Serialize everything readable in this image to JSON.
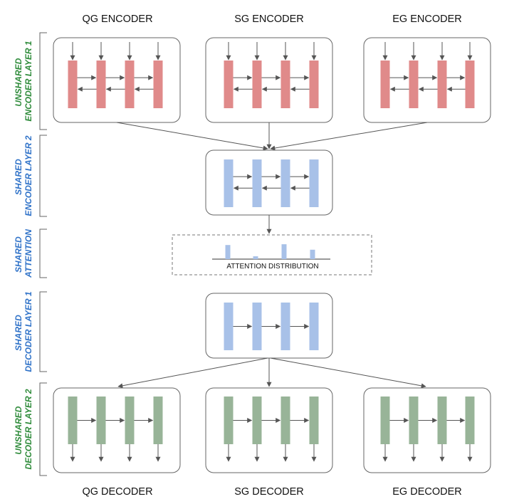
{
  "colors": {
    "encoder_unshared": "#e08a8a",
    "shared": "#a8c1e8",
    "decoder_unshared": "#98b498",
    "label_unshared": "#2e8b3a",
    "label_shared": "#2f72c8",
    "arrow": "#555555",
    "box_border": "#666666"
  },
  "encoders": [
    {
      "title": "QG ENCODER"
    },
    {
      "title": "SG ENCODER"
    },
    {
      "title": "EG ENCODER"
    }
  ],
  "decoders": [
    {
      "title": "QG DECODER"
    },
    {
      "title": "SG DECODER"
    },
    {
      "title": "EG DECODER"
    }
  ],
  "layers": {
    "unshared_encoder_layer_1": {
      "line1": "UNSHARED",
      "line2": "ENCODER LAYER 1"
    },
    "shared_encoder_layer_2": {
      "line1": "SHARED",
      "line2": "ENCODER LAYER 2"
    },
    "shared_attention": {
      "line1": "SHARED",
      "line2": "ATTENTION"
    },
    "shared_decoder_layer_1": {
      "line1": "SHARED",
      "line2": "DECODER LAYER 1"
    },
    "unshared_decoder_layer_2": {
      "line1": "UNSHARED",
      "line2": "DECODER LAYER 2"
    }
  },
  "attention": {
    "caption": "ATTENTION DISTRIBUTION",
    "weights": [
      0.9,
      0.18,
      0.95,
      0.6
    ]
  }
}
